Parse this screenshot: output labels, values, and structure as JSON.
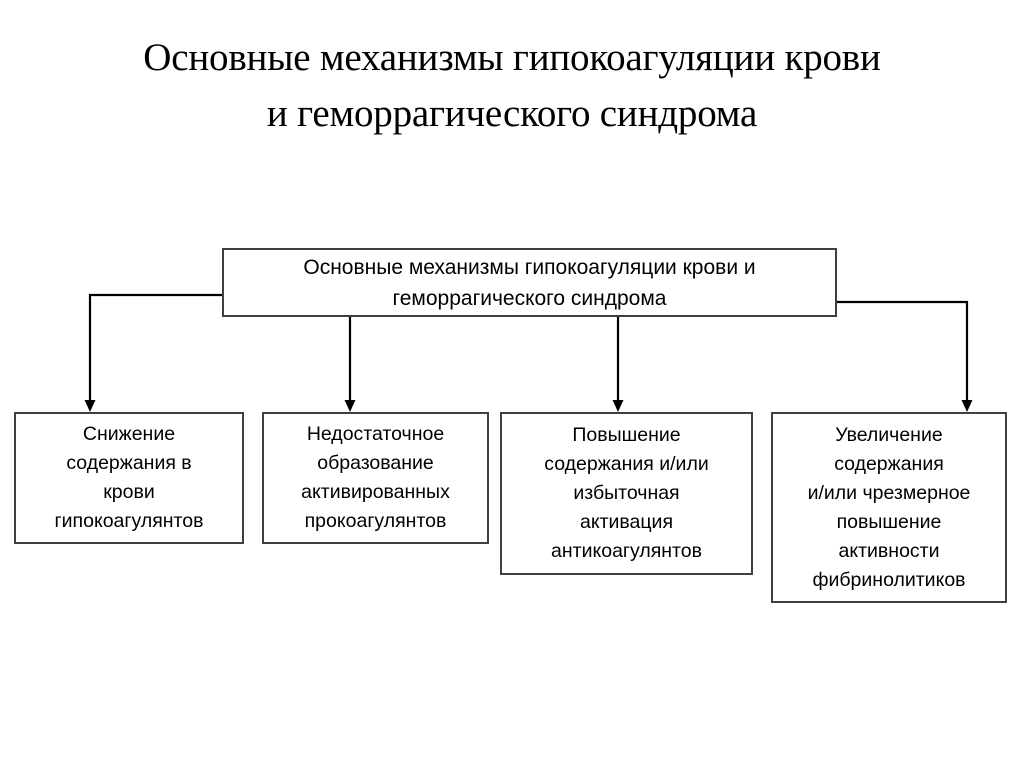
{
  "page": {
    "title_line1": "Основные механизмы гипокоагуляции крови",
    "title_line2": "и геморрагического синдрома",
    "title": "Основные механизмы гипокоагуляции крови\nи геморрагического синдрома",
    "background_color": "#ffffff",
    "text_color": "#000000",
    "box_border_color": "#3f3f3f",
    "connector_color": "#000000"
  },
  "diagram": {
    "type": "tree",
    "orientation": "top-down",
    "root": {
      "id": "root",
      "label": "Основные механизмы гипокоагуляции крови и\nгеморрагического синдрома",
      "label_line1": "Основные механизмы гипокоагуляции крови и",
      "label_line2": "геморрагического синдрома"
    },
    "children": [
      {
        "id": "a",
        "label": "Снижение\nсодержания в\nкрови\nгипокоагулянтов",
        "lines": [
          "Снижение",
          "содержания в",
          "крови",
          "гипокоагулянтов"
        ]
      },
      {
        "id": "b",
        "label": "Недостаточное\nобразование\nактивированных\nпрокоагулянтов",
        "lines": [
          "Недостаточное",
          "образование",
          "активированных",
          "прокоагулянтов"
        ]
      },
      {
        "id": "c",
        "label": "Повышение\nсодержания и/или\nизбыточная\nактивация\nантикоагулянтов",
        "lines": [
          "Повышение",
          "содержания и/или",
          "избыточная",
          "активация",
          "антикоагулянтов"
        ]
      },
      {
        "id": "d",
        "label": "Увеличение\nсодержания\nи/или чрезмерное\nповышение\nактивности\nфибринолитиков",
        "lines": [
          "Увеличение",
          "содержания",
          "и/или чрезмерное",
          "повышение",
          "активности",
          "фибринолитиков"
        ]
      }
    ],
    "edges": [
      {
        "from": "root",
        "to": "a",
        "style": "elbow-left-arrow"
      },
      {
        "from": "root",
        "to": "b",
        "style": "straight-down-arrow"
      },
      {
        "from": "root",
        "to": "c",
        "style": "straight-down-arrow"
      },
      {
        "from": "root",
        "to": "d",
        "style": "elbow-right-arrow"
      }
    ]
  }
}
